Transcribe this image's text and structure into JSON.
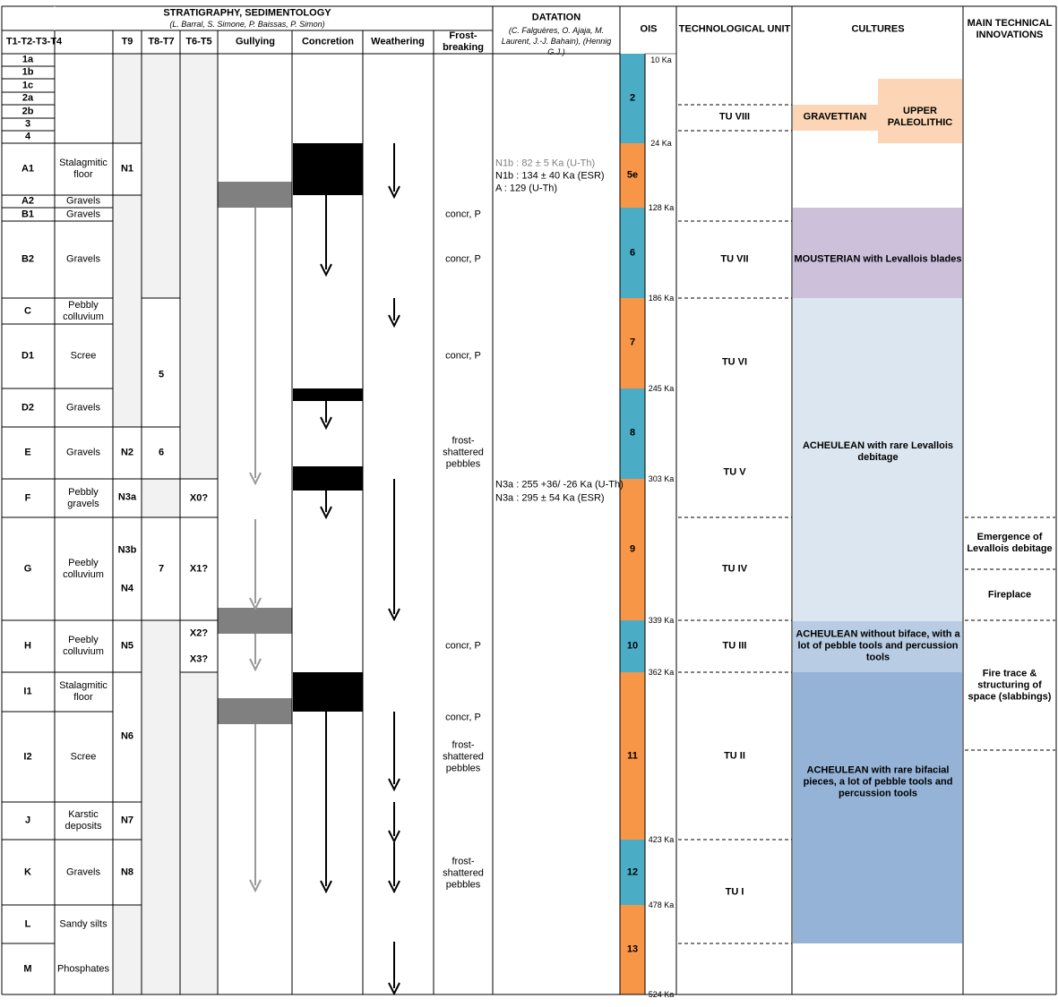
{
  "header": {
    "stratigraphy_title": "STRATIGRAPHY, SEDIMENTOLOGY",
    "stratigraphy_authors": "(L. Barral, S. Simone, P. Baissas, P. Simon)",
    "datation_title": "DATATION",
    "datation_authors": "(C. Falguères, O. Ajaja, M. Laurent, J.-J. Bahain), (Hennig G.J.)",
    "ois": "OIS",
    "technological_unit": "TECHNOLOGICAL UNIT",
    "cultures": "CULTURES",
    "innovations": "MAIN TECHNICAL INNOVATIONS",
    "cols": {
      "t1t4": "T1-T2-T3-T4",
      "t9": "T9",
      "t8t7": "T8-T7",
      "t6t5": "T6-T5",
      "gullying": "Gullying",
      "concretion": "Concretion",
      "weathering": "Weathering",
      "frost": "Frost-breaking"
    }
  },
  "layers": [
    {
      "id": "1a",
      "desc": ""
    },
    {
      "id": "1b",
      "desc": ""
    },
    {
      "id": "1c",
      "desc": ""
    },
    {
      "id": "2a",
      "desc": ""
    },
    {
      "id": "2b",
      "desc": ""
    },
    {
      "id": "3",
      "desc": ""
    },
    {
      "id": "4",
      "desc": ""
    },
    {
      "id": "A1",
      "desc": "Stalagmitic floor"
    },
    {
      "id": "A2",
      "desc": "Gravels"
    },
    {
      "id": "B1",
      "desc": "Gravels"
    },
    {
      "id": "B2",
      "desc": "Gravels"
    },
    {
      "id": "C",
      "desc": "Pebbly colluvium"
    },
    {
      "id": "D1",
      "desc": "Scree"
    },
    {
      "id": "D2",
      "desc": "Gravels"
    },
    {
      "id": "E",
      "desc": "Gravels"
    },
    {
      "id": "F",
      "desc": "Pebbly gravels"
    },
    {
      "id": "G",
      "desc": "Peebly colluvium"
    },
    {
      "id": "H",
      "desc": "Peebly colluvium"
    },
    {
      "id": "I1",
      "desc": "Stalagmitic floor"
    },
    {
      "id": "I2",
      "desc": "Scree"
    },
    {
      "id": "J",
      "desc": "Karstic deposits"
    },
    {
      "id": "K",
      "desc": "Gravels"
    },
    {
      "id": "L",
      "desc": "Sandy silts"
    },
    {
      "id": "M",
      "desc": "Phosphates"
    }
  ],
  "t9": [
    {
      "label": "N1"
    },
    {
      "label": "N2"
    },
    {
      "label": "N3a"
    },
    {
      "label": "N3b"
    },
    {
      "label": "N4"
    },
    {
      "label": "N5"
    },
    {
      "label": "N6"
    },
    {
      "label": "N7"
    },
    {
      "label": "N8"
    }
  ],
  "t8t7": [
    {
      "label": "5"
    },
    {
      "label": "6"
    },
    {
      "label": "7"
    }
  ],
  "t6t5": [
    {
      "label": "X0?"
    },
    {
      "label": "X1?"
    },
    {
      "label": "X2?"
    },
    {
      "label": "X3?"
    }
  ],
  "frost": [
    {
      "label": "concr, P"
    },
    {
      "label": "concr, P"
    },
    {
      "label": "concr, P"
    },
    {
      "label": "frost-shattered pebbles"
    },
    {
      "label": "concr, P"
    },
    {
      "label": "concr, P"
    },
    {
      "label": "frost-shattered pebbles"
    },
    {
      "label": "frost-shattered pebbles"
    }
  ],
  "datation": [
    {
      "label": "N1b : 82 ± 5 Ka (U-Th)",
      "color": "#7f7f7f"
    },
    {
      "label": "N1b : 134 ± 40 Ka (ESR)",
      "color": "#000000"
    },
    {
      "label": "A : 129 (U-Th)",
      "color": "#000000"
    },
    {
      "label": "N3a : 255 +36/ -26 Ka (U-Th)",
      "color": "#000000"
    },
    {
      "label": "N3a : 295 ± 54 Ka (ESR)",
      "color": "#000000"
    }
  ],
  "ois": [
    {
      "stage": "2",
      "color": "#4bacc6"
    },
    {
      "stage": "5e",
      "color": "#f79646"
    },
    {
      "stage": "6",
      "color": "#4bacc6"
    },
    {
      "stage": "7",
      "color": "#f79646"
    },
    {
      "stage": "8",
      "color": "#4bacc6"
    },
    {
      "stage": "9",
      "color": "#f79646"
    },
    {
      "stage": "10",
      "color": "#4bacc6"
    },
    {
      "stage": "11",
      "color": "#f79646"
    },
    {
      "stage": "12",
      "color": "#4bacc6"
    },
    {
      "stage": "13",
      "color": "#f79646"
    }
  ],
  "ages": [
    "10 Ka",
    "24 Ka",
    "128 Ka",
    "186 Ka",
    "245 Ka",
    "303 Ka",
    "339 Ka",
    "362 Ka",
    "423 Ka",
    "478 Ka",
    "524 Ka"
  ],
  "tech_units": [
    "TU VIII",
    "TU VII",
    "TU VI",
    "TU V",
    "TU IV",
    "TU III",
    "TU II",
    "TU I"
  ],
  "cultures": [
    {
      "label": "GRAVETTIAN",
      "color": "#fbd5b5"
    },
    {
      "label": "UPPER PALEOLITHIC",
      "color": "#fbd5b5"
    },
    {
      "label": "MOUSTERIAN with Levallois blades",
      "color": "#ccc0da"
    },
    {
      "label": "ACHEULEAN with rare Levallois debitage",
      "color": "#dce6f1"
    },
    {
      "label": "ACHEULEAN without biface, with a lot of pebble tools and percussion tools",
      "color": "#b8cce4"
    },
    {
      "label": "ACHEULEAN with rare bifacial pieces, a lot of pebble tools and percussion tools",
      "color": "#95b3d7"
    }
  ],
  "innovations": [
    "Emergence of Levallois debitage",
    "Fireplace",
    "Fire trace & structuring of space (slabbings)"
  ],
  "colors": {
    "grey_fill": "#f2f2f2",
    "bar_grey": "#808080",
    "arrow_grey": "#999999",
    "line": "#000000"
  }
}
